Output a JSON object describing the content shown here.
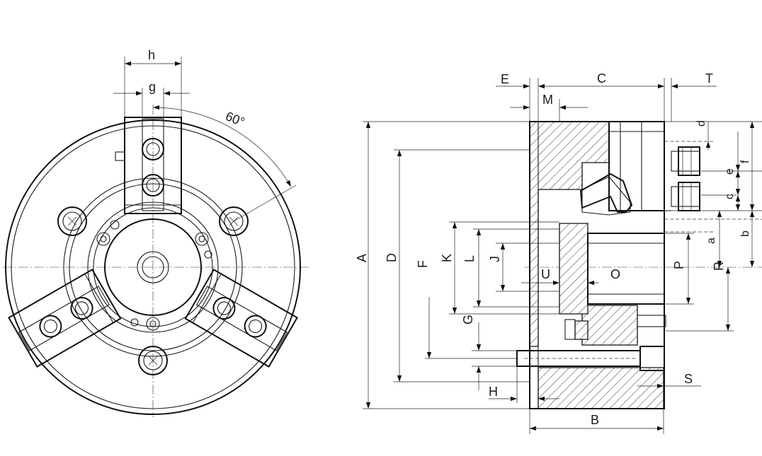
{
  "labels": {
    "h": "h",
    "g": "g",
    "angle": "60°",
    "E": "E",
    "C": "C",
    "T": "T",
    "M": "M",
    "A": "A",
    "D": "D",
    "F": "F",
    "K": "K",
    "L": "L",
    "J": "J",
    "U": "U",
    "O": "O",
    "P": "P",
    "R": "R",
    "G": "G",
    "H": "H",
    "S": "S",
    "B": "B",
    "d": "d",
    "f": "f",
    "e": "e",
    "c": "c",
    "a": "a",
    "b": "b"
  }
}
